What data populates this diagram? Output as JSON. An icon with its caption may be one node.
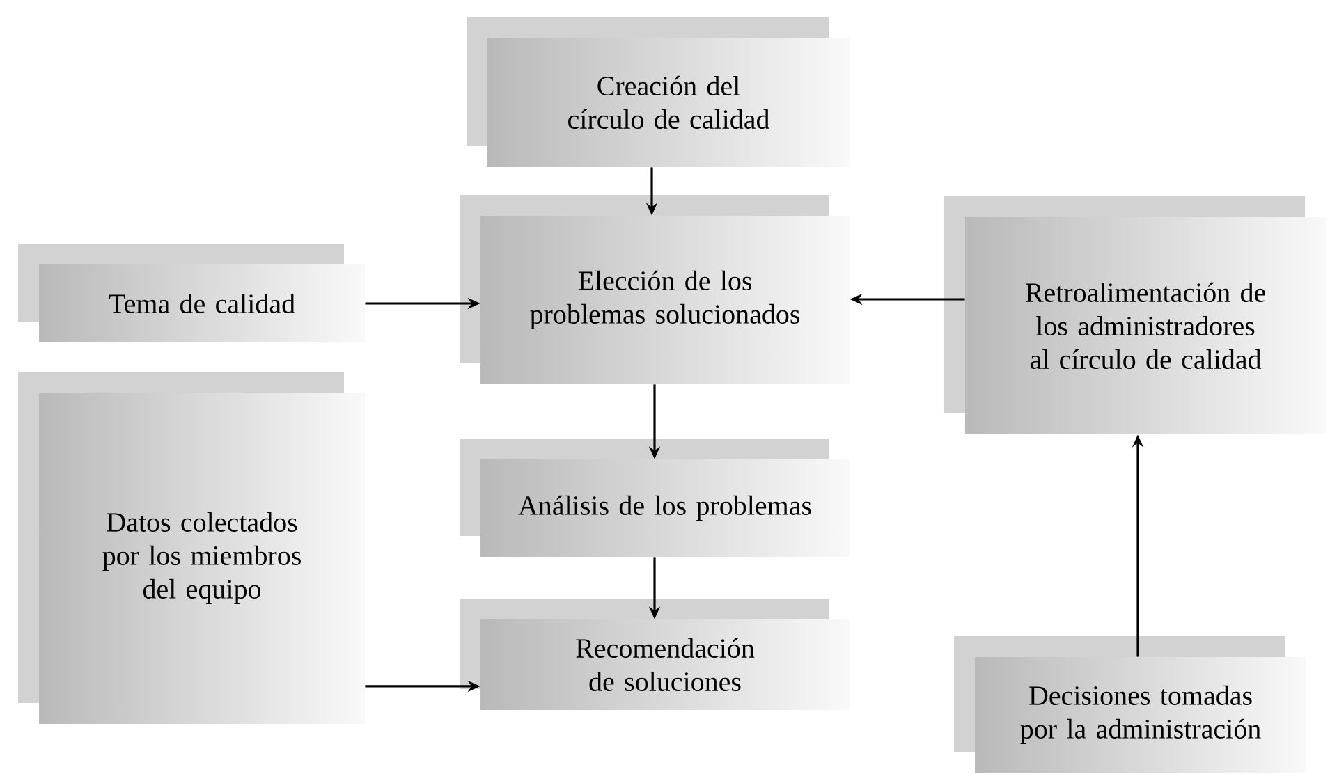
{
  "diagram": {
    "nodes": [
      {
        "text": [
          "Creación del círculo de calidad"
        ]
      },
      {
        "text": [
          "Tema de calidad"
        ]
      },
      {
        "text": [
          "Elección de los problemas solucionados"
        ]
      },
      {
        "text": [
          "Retroalimentación de los administradores al círculo de calidad"
        ]
      },
      {
        "text": [
          "Análisis de los problemas"
        ]
      },
      {
        "text": [
          "Datos colectados por los miembros del equipo"
        ]
      },
      {
        "text": [
          "Recomendación de soluciones"
        ]
      },
      {
        "text": [
          "Decisiones tomadas por la administración"
        ]
      }
    ],
    "edges": [
      {
        "from": 0,
        "to": 2,
        "arrow": "to"
      },
      {
        "from": 1,
        "to": 2,
        "arrow": "to"
      },
      {
        "from": 3,
        "to": 2,
        "arrow": "to"
      },
      {
        "from": 2,
        "to": 4,
        "arrow": "to"
      },
      {
        "from": 4,
        "to": 6,
        "arrow": "to"
      },
      {
        "from": 5,
        "to": 6,
        "arrow": "to"
      },
      {
        "from": 7,
        "to": 3,
        "arrow": "to"
      }
    ]
  }
}
